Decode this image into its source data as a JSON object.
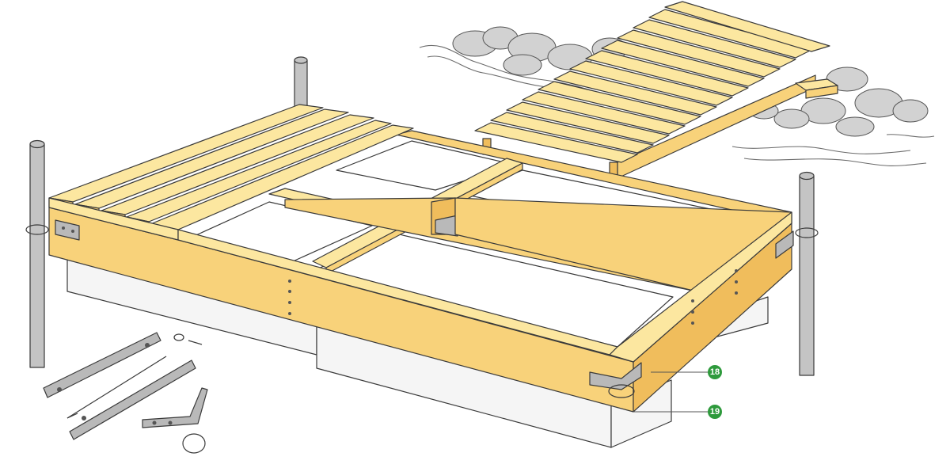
{
  "illustration": {
    "colors": {
      "wood_top": "#fce7a0",
      "wood_face": "#f8d27a",
      "wood_shadow": "#f0bd5c",
      "outline": "#3a3a3a",
      "float": "#f4f4f4",
      "stone": "#cfcfcf",
      "post": "#bdbdbd",
      "hardware": "#b7b7b7",
      "callout_badge": "#2e9a3c"
    },
    "callouts": [
      {
        "id": "18",
        "label": "18"
      },
      {
        "id": "19",
        "label": "19"
      }
    ]
  }
}
